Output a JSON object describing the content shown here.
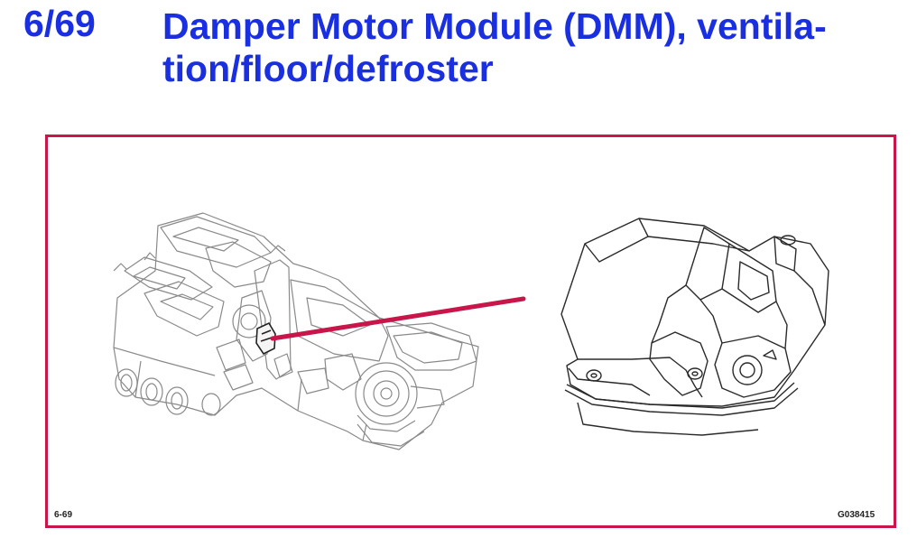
{
  "header": {
    "section_number": "6/69",
    "title_line1": "Damper Motor Module (DMM), ventila-",
    "title_line2": "tion/floor/defroster"
  },
  "figure": {
    "figure_code": "6-69",
    "image_code": "G038415"
  },
  "colors": {
    "title": "#1a30e0",
    "frame": "#c8154a",
    "callout": "#c8154a",
    "line_art": "#6a6a6a"
  }
}
